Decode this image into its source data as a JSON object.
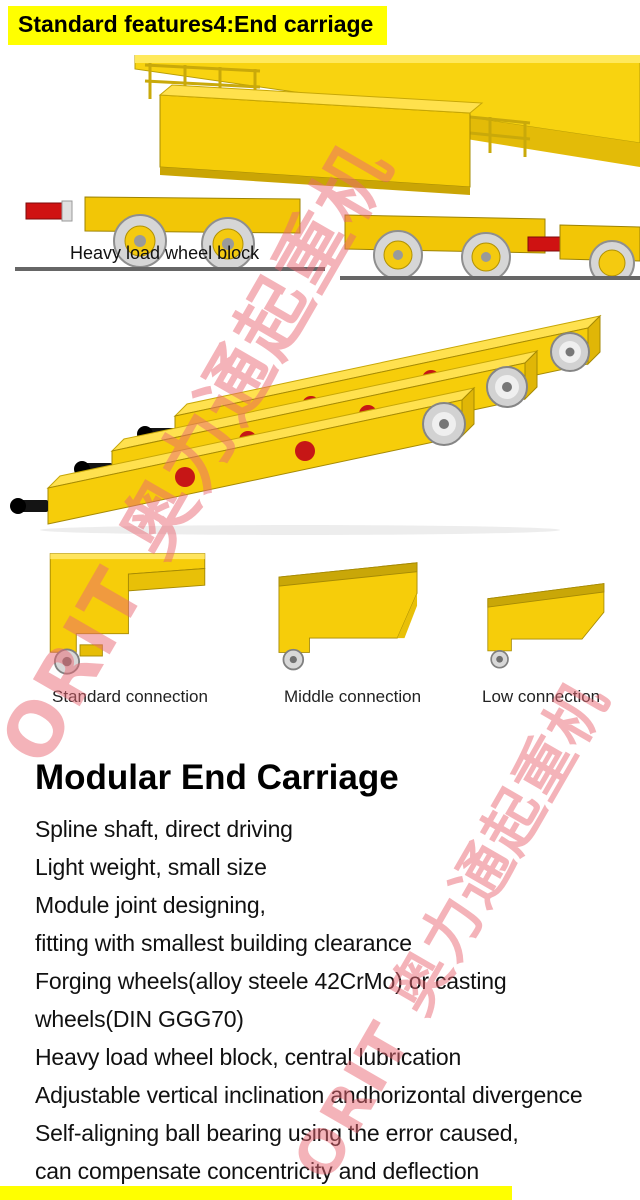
{
  "header": {
    "title": "Standard features4:End carriage",
    "bg_color": "#ffff00"
  },
  "figure1": {
    "caption": "Heavy load wheel block"
  },
  "connections": {
    "items": [
      {
        "label": "Standard connection"
      },
      {
        "label": "Middle connection"
      },
      {
        "label": "Low connection"
      }
    ]
  },
  "watermark": {
    "text": "ORIT 奥力通起重机",
    "color": "#e9677a"
  },
  "content": {
    "heading": "Modular End Carriage",
    "features": [
      "Spline shaft, direct driving",
      "Light weight, small size",
      "Module joint designing,",
      "fitting with smallest building clearance",
      "Forging wheels(alloy steele 42CrMo) or casting",
      "wheels(DIN GGG70)",
      "Heavy load wheel block, central lubrication",
      "Adjustable vertical inclination andhorizontal divergence",
      "Self-aligning ball bearing using the error caused,",
      "can compensate concentricity and deflection"
    ]
  },
  "colors": {
    "crane_yellow": "#f6cd0a",
    "buffer_red": "#cf1212"
  }
}
